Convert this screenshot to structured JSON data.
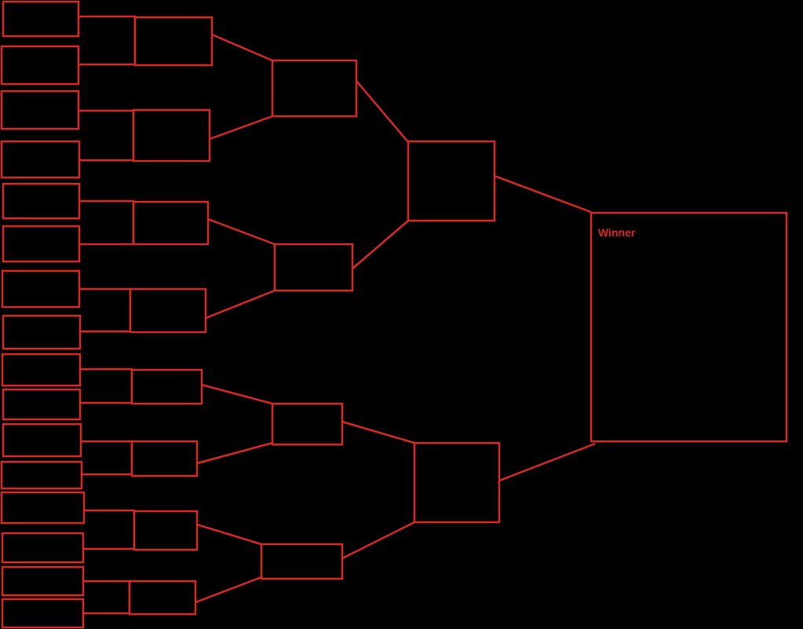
{
  "bracket": {
    "winner_label": "Winner",
    "line_color": "#d42a2a",
    "background_color": "#000000",
    "rounds": [
      {
        "round": 1,
        "slot_count": 16
      },
      {
        "round": 2,
        "slot_count": 8
      },
      {
        "round": 3,
        "slot_count": 4
      },
      {
        "round": 4,
        "slot_count": 2
      },
      {
        "round": 5,
        "slot_count": 1,
        "label": "Winner"
      }
    ]
  }
}
